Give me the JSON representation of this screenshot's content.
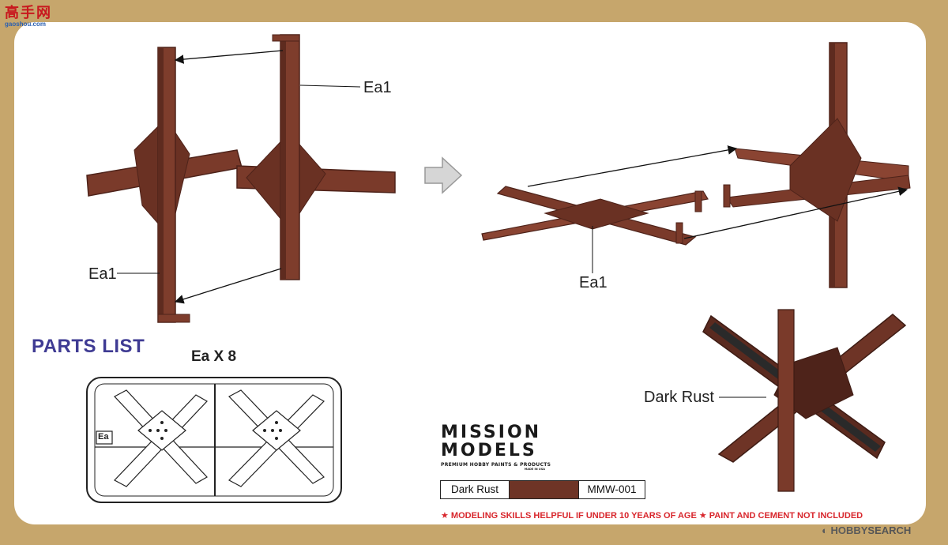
{
  "watermark_top": {
    "line1": "高手网",
    "line2": "gaoshou.com"
  },
  "labels": {
    "ea1_top": "Ea1",
    "ea1_left": "Ea1",
    "ea1_right": "Ea1",
    "dark_rust": "Dark Rust",
    "sprue_part": "Ea"
  },
  "parts_list": {
    "title": "PARTS LIST",
    "sprue": "Ea X 8"
  },
  "brand": {
    "line1": "MISSION",
    "line2": "MODELS",
    "tagline": "PREMIUM HOBBY PAINTS & PRODUCTS",
    "made": "MADE IN USA"
  },
  "paint": {
    "name": "Dark Rust",
    "code": "MMW-001",
    "color": "#6e3426"
  },
  "warning": "★ MODELING SKILLS HELPFUL IF UNDER 10 YEARS OF AGE  ★ PAINT AND CEMENT NOT INCLUDED",
  "watermark_bottom": {
    "icon": "hobbysearch-logo-icon",
    "brand": "HOBBY",
    "suffix": "SEARCH"
  },
  "colors": {
    "rust": "#7a3a2a",
    "rust_dark": "#4e231a",
    "purple": "#3f3b93",
    "red": "#d8262c",
    "frame": "#c6a66c"
  }
}
